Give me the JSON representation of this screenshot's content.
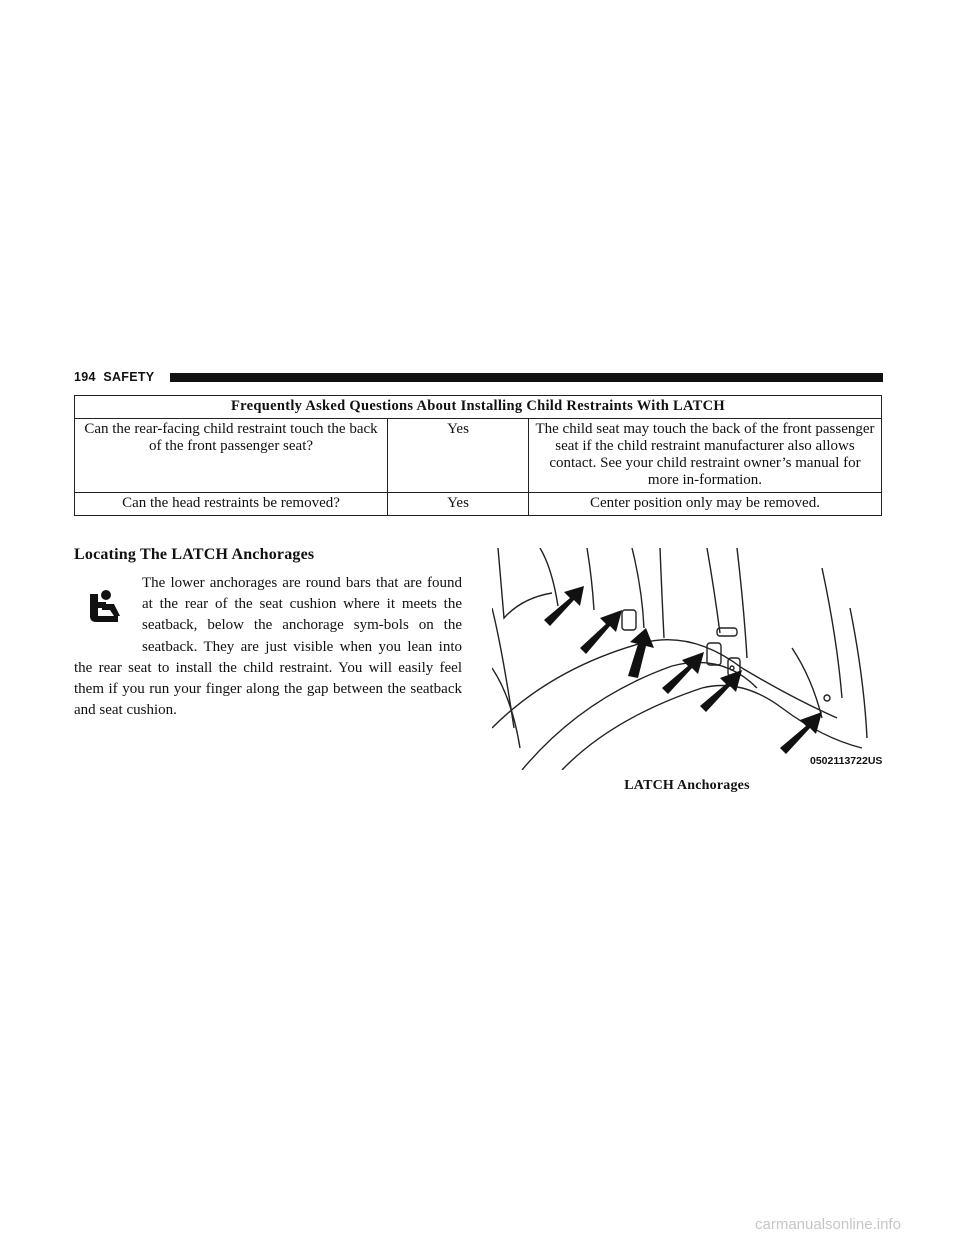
{
  "header": {
    "page_number": "194",
    "section": "SAFETY"
  },
  "faq_table": {
    "title": "Frequently Asked Questions About Installing Child Restraints With LATCH",
    "rows": [
      {
        "question": "Can the rear-facing child restraint touch the back of the front passenger seat?",
        "answer": "Yes",
        "note": "The child seat may touch the back of the front passenger seat if the child restraint manufacturer also allows contact. See your child restraint owner’s manual for more in-formation."
      },
      {
        "question": "Can the head restraints be removed?",
        "answer": "Yes",
        "note": "Center position only may be removed."
      }
    ]
  },
  "section": {
    "title": "Locating The LATCH Anchorages",
    "icon": "child-seat-anchor-icon",
    "body": "The lower anchorages are round bars that are found at the rear of the seat cushion where it meets the seatback, below the anchorage sym-bols on the seatback. They are just visible when you lean into the rear seat to install the child restraint. You will easily feel them if you run your finger along the gap between the seatback and seat cushion."
  },
  "figure": {
    "code": "0502113722US",
    "caption": "LATCH Anchorages"
  },
  "watermark": "carmanualsonline.info"
}
